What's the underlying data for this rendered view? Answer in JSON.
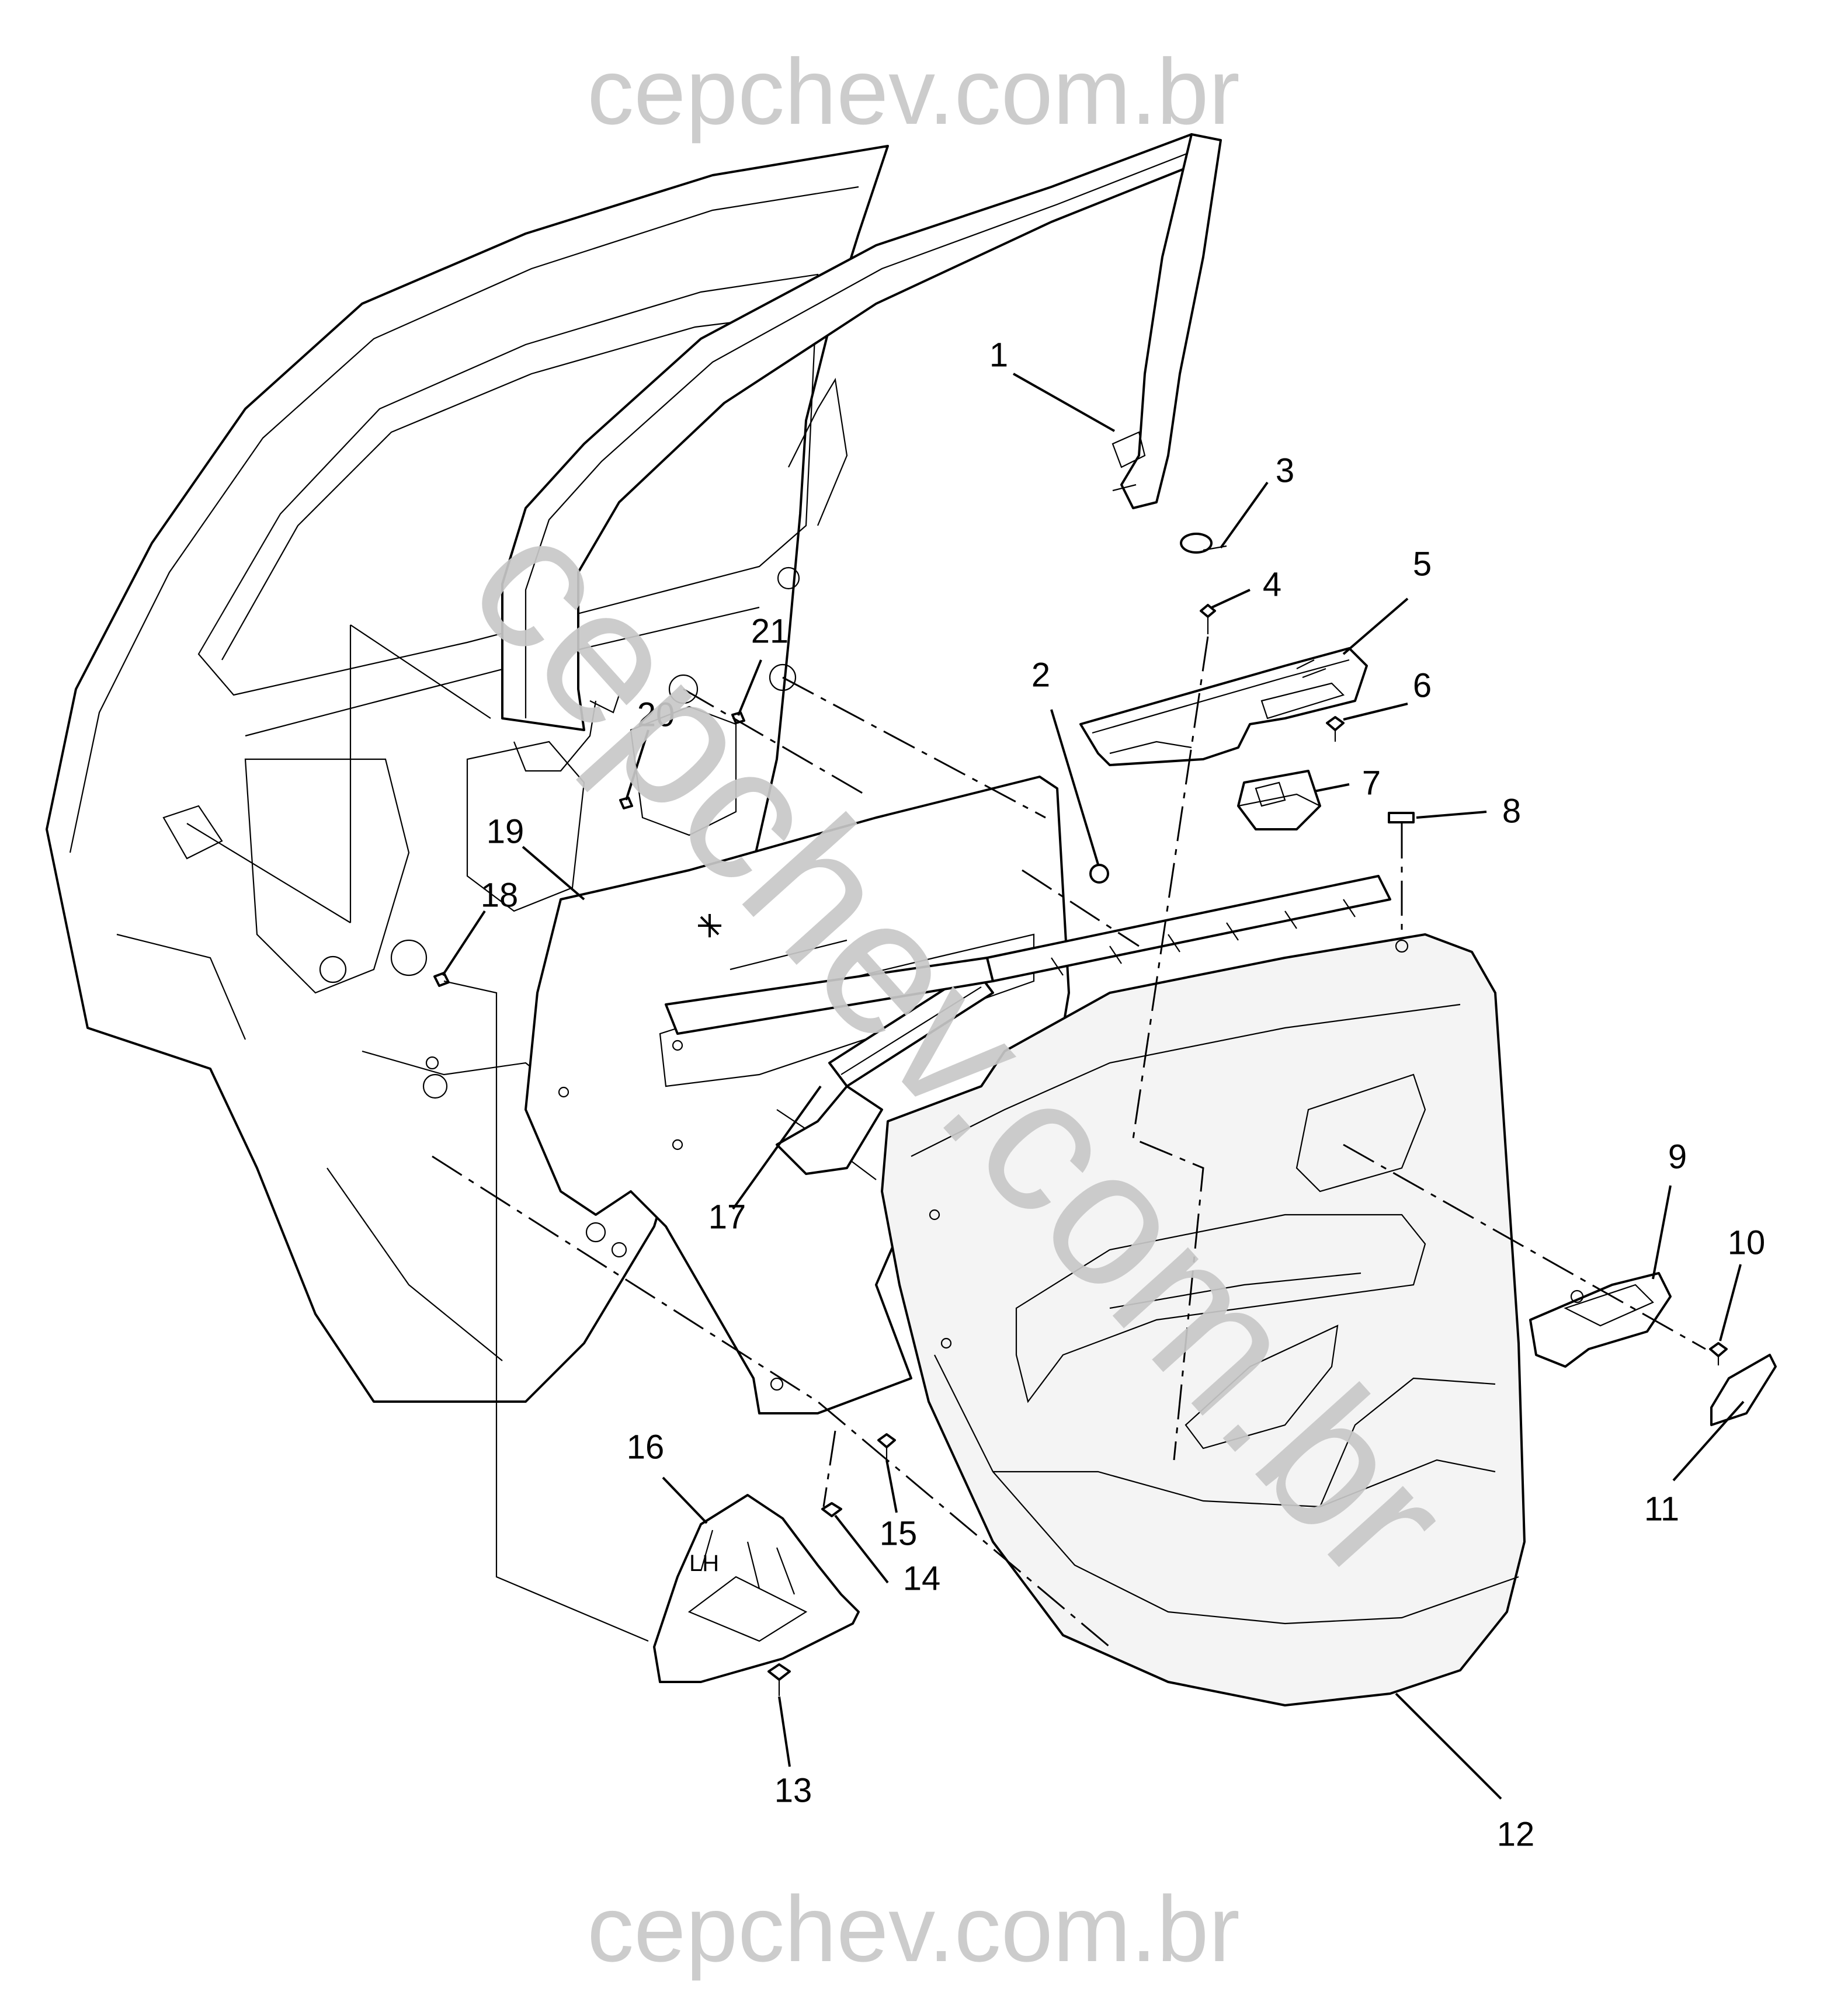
{
  "watermarks": {
    "top": "cepchev.com.br",
    "bottom": "cepchev.com.br",
    "diagonal": "cepchev.com.br"
  },
  "part_markings": {
    "bracket_side": "LH"
  },
  "callouts": [
    {
      "id": "1",
      "label": "1"
    },
    {
      "id": "2",
      "label": "2"
    },
    {
      "id": "3",
      "label": "3"
    },
    {
      "id": "4",
      "label": "4"
    },
    {
      "id": "5",
      "label": "5"
    },
    {
      "id": "6",
      "label": "6"
    },
    {
      "id": "7",
      "label": "7"
    },
    {
      "id": "8",
      "label": "8"
    },
    {
      "id": "9",
      "label": "9"
    },
    {
      "id": "10",
      "label": "10"
    },
    {
      "id": "11",
      "label": "11"
    },
    {
      "id": "12",
      "label": "12"
    },
    {
      "id": "13",
      "label": "13"
    },
    {
      "id": "14",
      "label": "14"
    },
    {
      "id": "15",
      "label": "15"
    },
    {
      "id": "16",
      "label": "16"
    },
    {
      "id": "17",
      "label": "17"
    },
    {
      "id": "18",
      "label": "18"
    },
    {
      "id": "19",
      "label": "19"
    },
    {
      "id": "20",
      "label": "20"
    },
    {
      "id": "21",
      "label": "21"
    }
  ]
}
